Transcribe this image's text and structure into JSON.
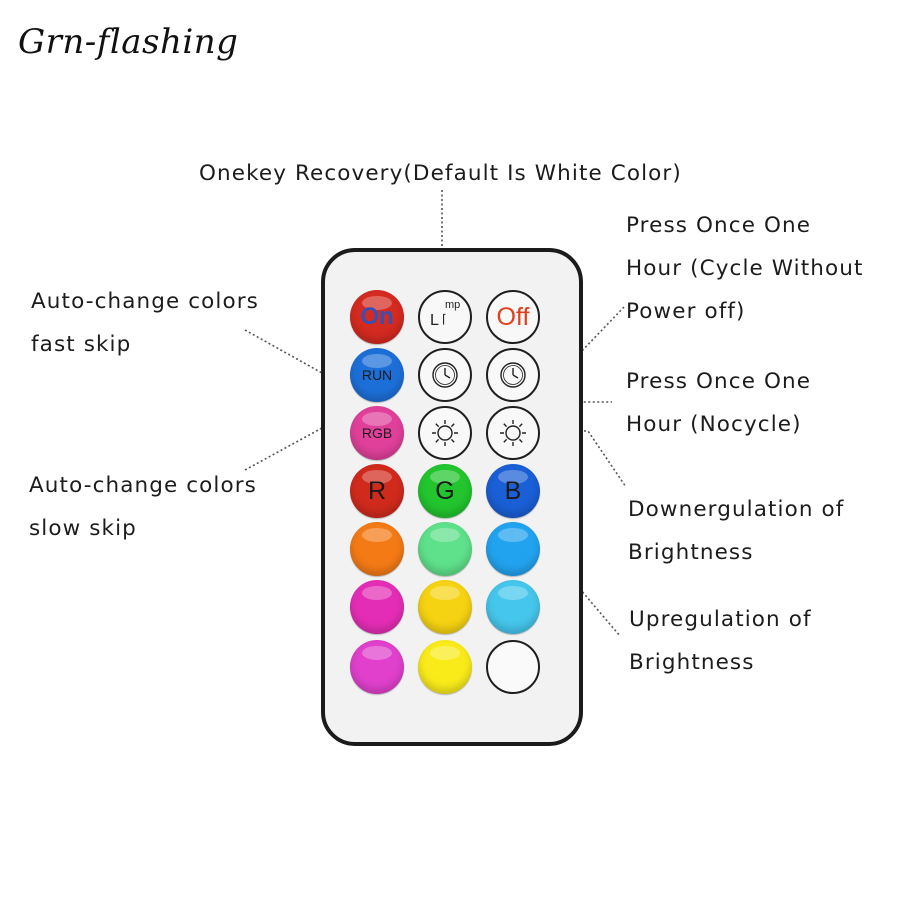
{
  "brand": "Grn-flashing",
  "labels": {
    "recovery": "Onekey Recovery(Default Is White Color)",
    "cycle": [
      "Press Once One",
      "Hour (Cycle Without",
      "Power off)"
    ],
    "nocycle": [
      "Press Once One",
      "Hour (Nocycle)"
    ],
    "down": [
      "Downergulation of",
      "Brightness"
    ],
    "up": [
      "Upregulation of",
      "Brightness"
    ],
    "fast": [
      "Auto-change colors",
      "fast skip"
    ],
    "slow": [
      "Auto-change colors",
      "slow skip"
    ]
  },
  "remote": {
    "on": "On",
    "lamp_l": "L",
    "lamp_mp": "mp",
    "off": "Off",
    "run": "RUN",
    "rgb": "RGB",
    "r": "R",
    "g": "G",
    "b": "B"
  },
  "icons": [
    "clock-icon",
    "sun-icon",
    "lamp-icon"
  ],
  "colors": {
    "on": "#d42a20",
    "run": "#1d6fd8",
    "rgb": "#e0409a",
    "red": "#d02a1c",
    "green": "#22c52e",
    "blue": "#1a5fd6",
    "orange": "#f47a16",
    "mint": "#5fe08a",
    "sky": "#22a3ef",
    "magenta": "#e42db6",
    "yellow": "#f6d312",
    "light-cyan": "#45c6ec",
    "pink": "#e040cc",
    "lemon": "#f9eb1a",
    "white": "#fafafa"
  }
}
